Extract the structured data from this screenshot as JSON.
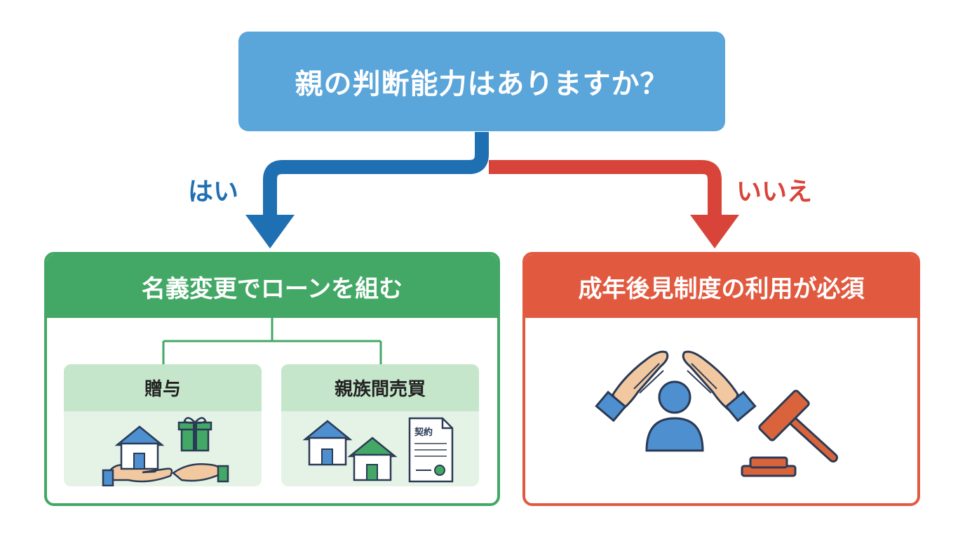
{
  "question": "親の判断能力はありますか？",
  "branches": {
    "yes": {
      "label": "はい",
      "color": "#1f6fb3"
    },
    "no": {
      "label": "いいえ",
      "color": "#d9443a"
    }
  },
  "yes_outcome": {
    "title": "名義変更でローンを組む",
    "color": "#43a866",
    "options": [
      {
        "title": "贈与",
        "icons": [
          "house-in-hands-icon",
          "gift-in-hand-icon"
        ]
      },
      {
        "title": "親族間売買",
        "icons": [
          "house-icon",
          "house-icon",
          "contract-document-icon"
        ]
      }
    ]
  },
  "no_outcome": {
    "title": "成年後見制度の利用が必須",
    "color": "#e15a40",
    "icons": [
      "protective-hands-icon",
      "person-icon",
      "gavel-icon"
    ]
  },
  "contract_label": "契約"
}
